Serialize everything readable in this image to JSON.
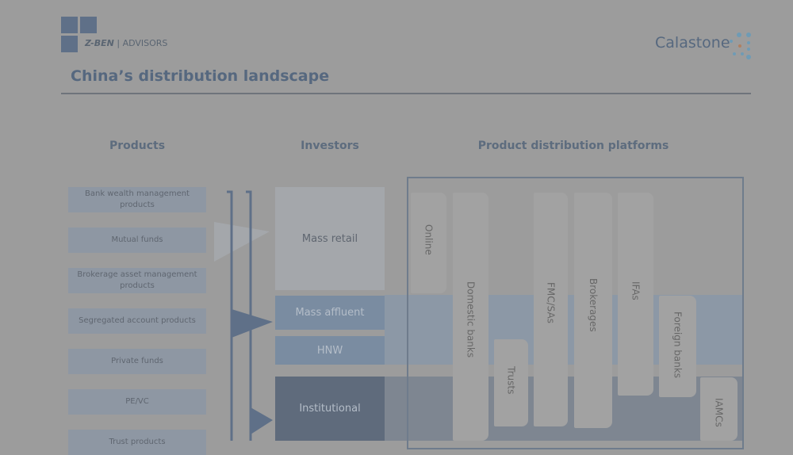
{
  "header": {
    "brand_left": {
      "name": "Z-BEN",
      "suffix": "ADVISORS"
    },
    "brand_right": "Calastone",
    "title": "China’s distribution landscape"
  },
  "columns": {
    "products": "Products",
    "investors": "Investors",
    "platforms": "Product distribution platforms"
  },
  "products": [
    "Bank wealth management products",
    "Mutual funds",
    "Brokerage asset management products",
    "Segregated account products",
    "Private funds",
    "PE/VC",
    "Trust products"
  ],
  "investors": [
    "Mass retail",
    "Mass affluent",
    "HNW",
    "Institutional"
  ],
  "platforms": [
    "Online",
    "Domestic banks",
    "Trusts",
    "FMC/SAs",
    "Brokerages",
    "IFAs",
    "Foreign banks",
    "IAMCs"
  ],
  "colors": {
    "accent": "#5f7088",
    "institutional": "#5f6b7c",
    "affluent": "#7a8ca1"
  }
}
